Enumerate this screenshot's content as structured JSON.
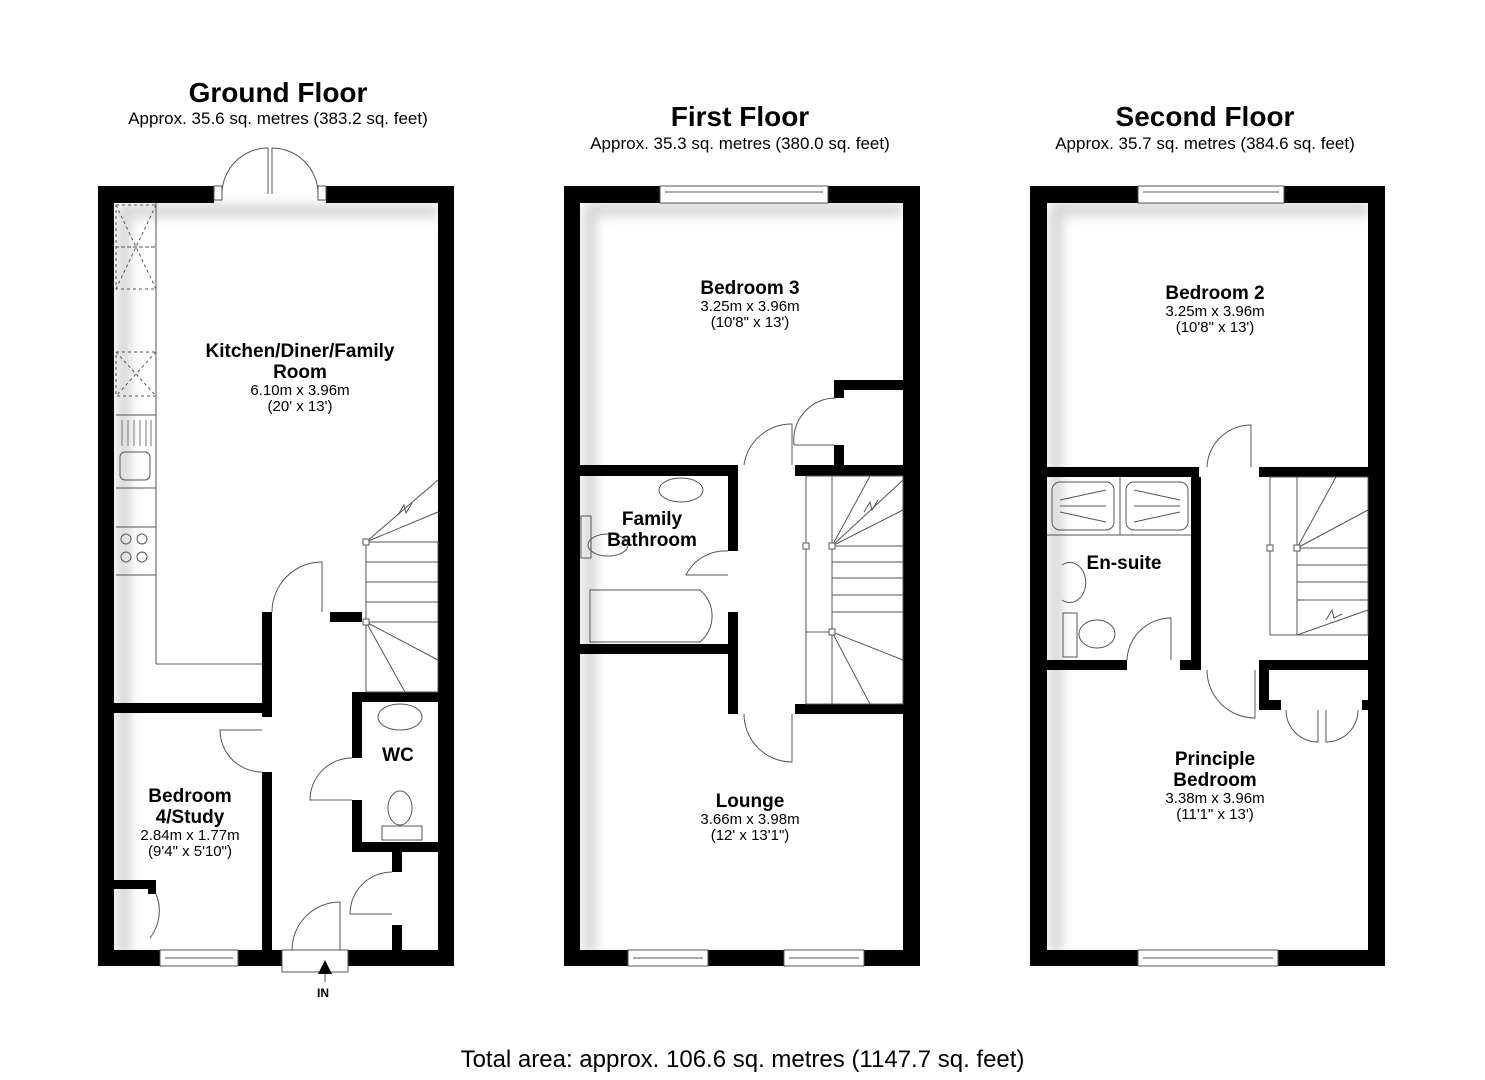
{
  "floors": [
    {
      "title": "Ground Floor",
      "area": "Approx. 35.6 sq. metres (383.2 sq. feet)",
      "rooms": [
        {
          "name_line1": "Kitchen/Diner/Family",
          "name_line2": "Room",
          "metric": "6.10m x 3.96m",
          "imperial": "(20' x 13')"
        },
        {
          "name_line1": "Bedroom",
          "name_line2": "4/Study",
          "metric": "2.84m x 1.77m",
          "imperial": "(9'4\" x 5'10\")"
        },
        {
          "name_line1": "WC"
        }
      ],
      "entrance_label": "IN"
    },
    {
      "title": "First Floor",
      "area": "Approx. 35.3 sq. metres (380.0 sq. feet)",
      "rooms": [
        {
          "name_line1": "Bedroom 3",
          "metric": "3.25m x 3.96m",
          "imperial": "(10'8\" x 13')"
        },
        {
          "name_line1": "Family",
          "name_line2": "Bathroom"
        },
        {
          "name_line1": "Lounge",
          "metric": "3.66m x 3.98m",
          "imperial": "(12' x 13'1\")"
        }
      ]
    },
    {
      "title": "Second Floor",
      "area": "Approx. 35.7 sq. metres (384.6 sq. feet)",
      "rooms": [
        {
          "name_line1": "Bedroom 2",
          "metric": "3.25m x 3.96m",
          "imperial": "(10'8\" x 13')"
        },
        {
          "name_line1": "En-suite"
        },
        {
          "name_line1": "Principle",
          "name_line2": "Bedroom",
          "metric": "3.38m x 3.96m",
          "imperial": "(11'1\" x 13')"
        }
      ]
    }
  ],
  "total_area": "Total area: approx. 106.6 sq. metres (1147.7 sq. feet)",
  "colors": {
    "wall": "#000000",
    "background": "#ffffff",
    "fixture_line": "#555555"
  }
}
